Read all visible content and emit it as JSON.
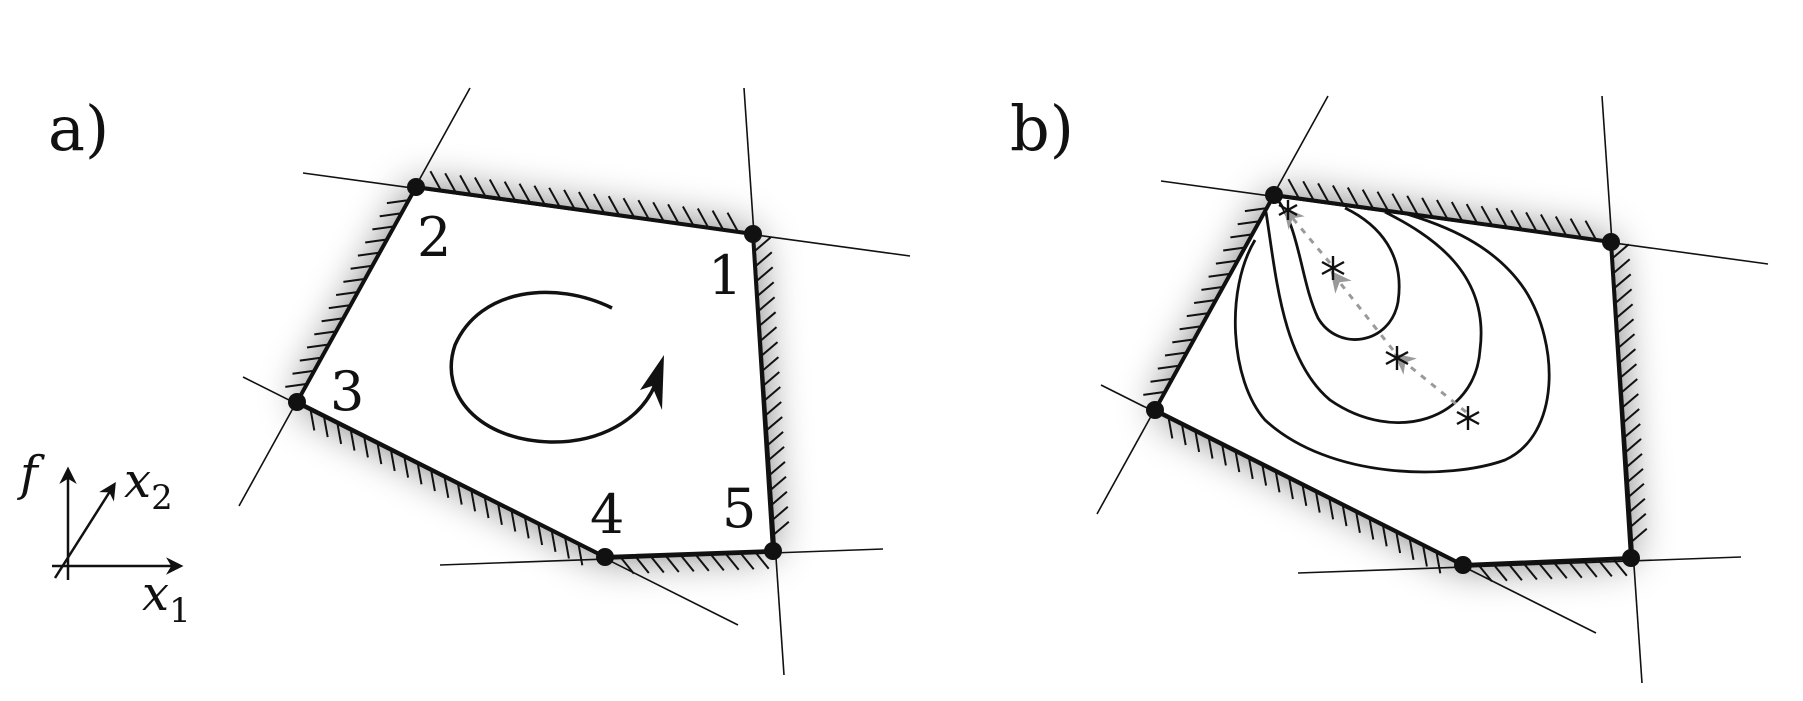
{
  "panels": [
    {
      "label": "a)",
      "vertex_labels": [
        "1",
        "2",
        "3",
        "4",
        "5"
      ]
    },
    {
      "label": "b)",
      "vertex_labels": []
    }
  ],
  "axes": {
    "f": "f",
    "x2": "x",
    "x2_sub": "2",
    "x1": "x",
    "x1_sub": "1"
  },
  "colors": {
    "ink": "#111111",
    "path_arrow": "#9a9a9a",
    "shadow": "#000000"
  }
}
